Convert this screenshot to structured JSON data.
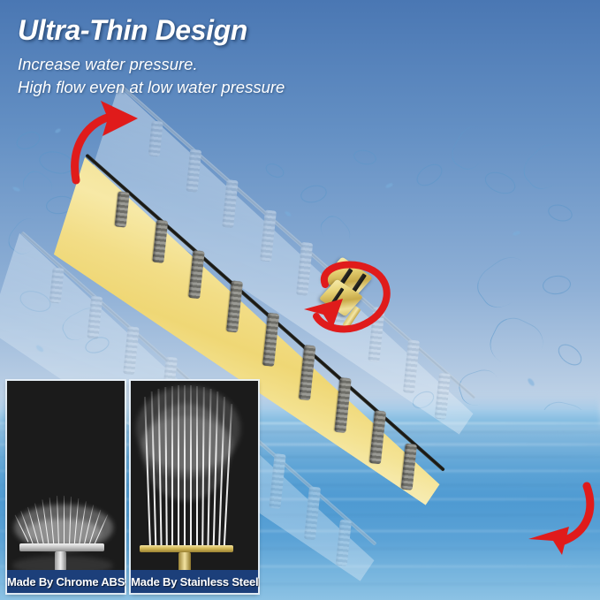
{
  "headline": {
    "title": "Ultra-Thin Design",
    "sub_line_1": "Increase water pressure.",
    "sub_line_2": "High flow even at low water pressure"
  },
  "product": {
    "name": "ultra-thin rainfall shower head panel",
    "finish": "brushed gold / brass",
    "blades": [
      {
        "id": "ghost-upper",
        "role": "motion-ghost",
        "opacity": 0.55
      },
      {
        "id": "gold-main",
        "role": "primary-product",
        "opacity": 1
      },
      {
        "id": "ghost-lower",
        "role": "motion-ghost",
        "opacity": 0.5
      }
    ],
    "nozzle_row_count": 9,
    "joint": {
      "name": "brass-swivel-joint",
      "material": "solid brass"
    }
  },
  "arrows": [
    {
      "id": "arrow-tilt-up",
      "direction": "up-right",
      "color": "#e01b1b"
    },
    {
      "id": "arrow-rotate",
      "direction": "circular",
      "color": "#e01b1b"
    },
    {
      "id": "arrow-tilt-down",
      "direction": "down-left",
      "color": "#e01b1b"
    }
  ],
  "comparison": {
    "panels": [
      {
        "id": "chrome-abs",
        "caption": "Made By Chrome ABS",
        "spray": "weak-short",
        "jet_count": 22,
        "jet_height_pct": 26
      },
      {
        "id": "stainless-steel",
        "caption": "Made By Stainless Steel",
        "spray": "strong-tall",
        "jet_count": 26,
        "jet_height_pct": 92
      }
    ]
  },
  "colors": {
    "sky_top": "#4a77b3",
    "sky_bottom": "#cfe0f0",
    "water": "#4e9ad2",
    "gold": "#f2dd86",
    "arrow_red": "#e01b1b",
    "caption_bar": "#1c3f7a",
    "text_white": "#ffffff"
  }
}
